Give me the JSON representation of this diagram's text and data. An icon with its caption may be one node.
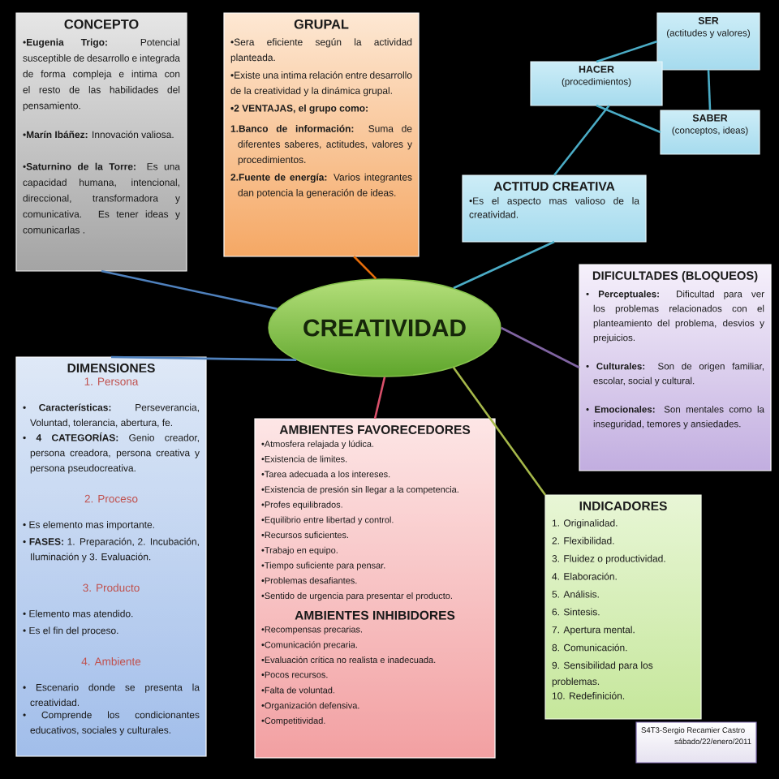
{
  "diagram": {
    "nodes": [
      {
        "text": [
          "CONCEPTO",
          "•**Eugenia Trigo:** Potencial susceptible de desarrollo e integrada de forma compleja e intima con el resto de las habilidades del pensamiento.",
          "•**Marín Ibáñez:** Innovación valiosa.",
          "•**Saturnino de la Torre:** Es una capacidad humana, intencional, direccional, transformadora y comunicativa. Es tener ideas y comunicarlas ."
        ]
      },
      {
        "text": [
          "GRUPAL",
          "•Sera eficiente según la actividad planteada.",
          "•Existe una intima relación entre desarrollo de la creatividad y la dinámica grupal.",
          "•2 VENTAJAS, el grupo como:",
          "**1.Banco de información:** Suma de diferentes saberes, actitudes, valores y procedimientos.",
          "**2.Fuente de energía:** Varios integrantes dan potencia la generación de ideas."
        ]
      },
      {
        "text": [
          "SER",
          "(actitudes y valores)"
        ]
      },
      {
        "text": [
          "HACER",
          "(procedimientos)"
        ]
      },
      {
        "text": [
          "SABER",
          "(conceptos, ideas)"
        ]
      },
      {
        "text": [
          "ACTITUD CREATIVA",
          "•Es el aspecto mas valioso de la creatividad."
        ]
      },
      {
        "text": [
          "CREATIVIDAD"
        ]
      },
      {
        "text": [
          "DIFICULTADES (BLOQUEOS)",
          "• **Perceptuales:** Dificultad para ver los problemas relacionados con el planteamiento del problema, desvios y prejuicios.",
          "• **Culturales:** Son de origen familiar, escolar, social y cultural.",
          "• **Emocionales:** Son mentales como la inseguridad, temores y ansiedades."
        ]
      },
      {
        "text": [
          "DIMENSIONES",
          "1. Persona",
          "• **Características:** Perseverancia, Voluntad, tolerancia, abertura, fe.",
          "• **4 CATEGORÍAS:** Genio creador, persona creadora, persona creativa y persona pseudocreativa.",
          "2. Proceso",
          "• Es elemento mas importante.",
          "• **FASES:** 1. Preparación, 2. Incubación, Iluminación y 3. Evaluación.",
          "3. Producto",
          "• Elemento mas atendido.",
          "• Es el fin del proceso.",
          "4. Ambiente",
          "• Escenario donde se presenta la creatividad.",
          "• Comprende los condicionantes educativos, sociales y culturales."
        ]
      },
      {
        "text": [
          "AMBIENTES FAVORECEDORES",
          "•Atmosfera relajada y lúdica.",
          "•Existencia de limites.",
          "•Tarea adecuada a los intereses.",
          "•Existencia de presión sin llegar a la competencia.",
          "•Profes equilibrados.",
          "•Equilibrio entre libertad y control.",
          "•Recursos suficientes.",
          "•Trabajo en equipo.",
          "•Tiempo suficiente para pensar.",
          "•Problemas desafiantes.",
          "•Sentido de urgencia para presentar el producto.",
          "AMBIENTES INHIBIDORES",
          "•Recompensas precarias.",
          "•Comunicación precaria.",
          "•Evaluación crítica no realista e inadecuada.",
          "•Pocos recursos.",
          "•Falta de voluntad.",
          "•Organización defensiva.",
          "•Competitividad."
        ]
      },
      {
        "text": [
          "INDICADORES",
          "1. Originalidad.",
          "2. Flexibilidad.",
          "3. Fluidez o productividad.",
          "4. Elaboración.",
          "5. Análisis.",
          "6. Sintesis.",
          "7. Apertura mental.",
          "8. Comunicación.",
          "9. Sensibilidad para los problemas.",
          "10. Redefinición."
        ]
      },
      {
        "text": [
          "S4T3-Sergio Recamier Castro",
          "sábado/22/enero/2011"
        ]
      }
    ],
    "edges": [
      {
        "from": 6,
        "to": 0,
        "arrow": "none",
        "color": "#4f81bd"
      },
      {
        "from": 6,
        "to": 1,
        "arrow": "none",
        "color": "#e46c0a"
      },
      {
        "from": 3,
        "to": 2,
        "arrow": "none"
      },
      {
        "from": 2,
        "to": 4,
        "arrow": "none"
      },
      {
        "from": 3,
        "to": 4,
        "arrow": "none"
      },
      {
        "from": 5,
        "to": 3,
        "arrow": "none"
      },
      {
        "from": 6,
        "to": 5,
        "arrow": "none"
      },
      {
        "from": 6,
        "to": 7,
        "arrow": "none",
        "color": "#8064a2"
      },
      {
        "from": 6,
        "to": 8,
        "arrow": "none",
        "color": "#4f81bd"
      },
      {
        "from": 6,
        "to": 9,
        "arrow": "none",
        "color": "#d9506a"
      },
      {
        "from": 6,
        "to": 10,
        "arrow": "none",
        "color": "#a6b84a"
      }
    ]
  }
}
